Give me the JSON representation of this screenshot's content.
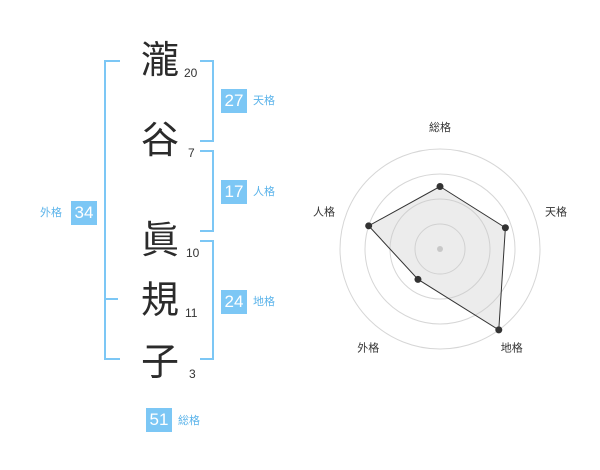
{
  "name": {
    "chars": [
      {
        "char": "瀧",
        "strokes": "20"
      },
      {
        "char": "谷",
        "strokes": "7"
      },
      {
        "char": "眞",
        "strokes": "10"
      },
      {
        "char": "規",
        "strokes": "11"
      },
      {
        "char": "子",
        "strokes": "3"
      }
    ]
  },
  "fortune": {
    "tenkaku": {
      "value": "27",
      "label": "天格"
    },
    "jinkaku": {
      "value": "17",
      "label": "人格"
    },
    "chikaku": {
      "value": "24",
      "label": "地格"
    },
    "gaikaku": {
      "value": "34",
      "label": "外格"
    },
    "soukaku": {
      "value": "51",
      "label": "総格"
    }
  },
  "colors": {
    "accent": "#7cc7f5",
    "accent_text": "#5ab3ea"
  },
  "chart_data": {
    "type": "radar",
    "axes": [
      "総格",
      "天格",
      "地格",
      "外格",
      "人格"
    ],
    "scale_max": 4,
    "values": [
      2.5,
      2.75,
      4,
      1.5,
      3
    ],
    "grid_rings": 4
  }
}
